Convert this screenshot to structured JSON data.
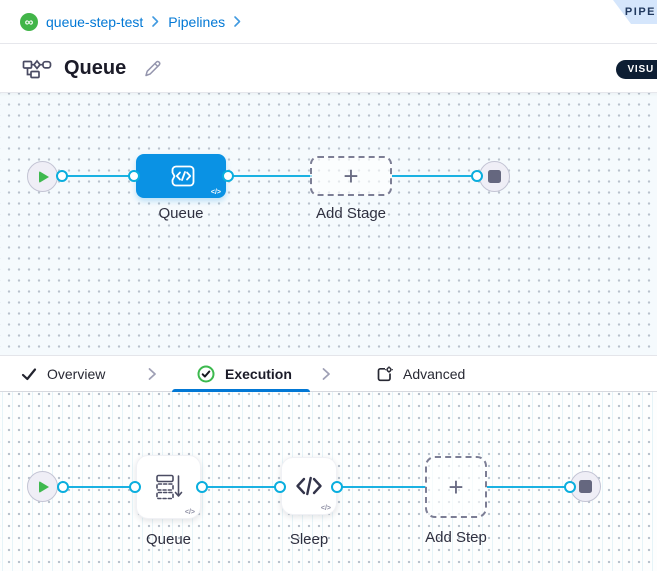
{
  "breadcrumb": {
    "items": [
      {
        "label": "queue-step-test"
      },
      {
        "label": "Pipelines"
      }
    ]
  },
  "header": {
    "studio_badge": "PIPE",
    "title": "Queue",
    "visual_toggle": "VISU"
  },
  "tabs": [
    {
      "label": "Overview",
      "icon": "check-icon",
      "active": false
    },
    {
      "label": "Execution",
      "icon": "check-circle-icon",
      "active": true
    },
    {
      "label": "Advanced",
      "icon": "advanced-icon",
      "active": false
    }
  ],
  "stage_pipeline": {
    "stages": [
      {
        "label": "Queue",
        "type": "ci-stage",
        "color": "#0a92e4"
      },
      {
        "label": "Add Stage",
        "type": "add-placeholder"
      }
    ]
  },
  "execution_pipeline": {
    "steps": [
      {
        "label": "Queue",
        "icon": "queue-step-icon"
      },
      {
        "label": "Sleep",
        "icon": "code-icon"
      },
      {
        "label": "Add Step",
        "icon": "plus-icon"
      }
    ]
  },
  "icons": {
    "plus": "+",
    "code_glyph": "</>",
    "infinity": "∞"
  },
  "colors": {
    "accent_blue": "#0278d5",
    "node_blue": "#0a92e4",
    "edge_cyan": "#1ab1e2",
    "green": "#42b549",
    "dark_navy": "#0d1e33",
    "badge_bg": "#d5e6fc"
  }
}
